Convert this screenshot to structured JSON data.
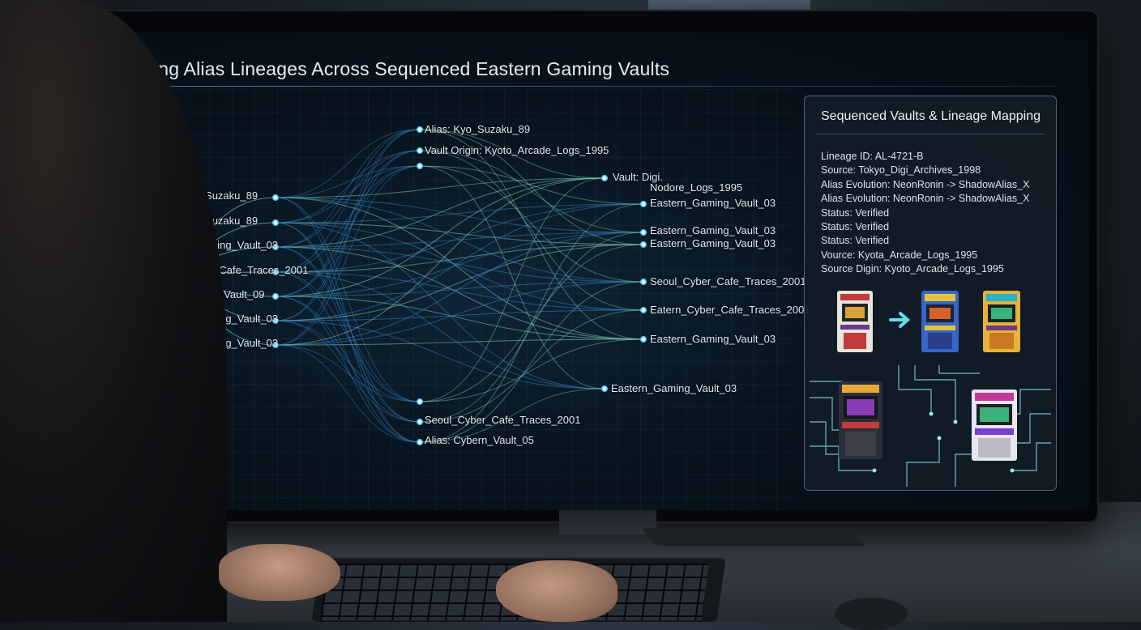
{
  "screen": {
    "title": "Tracing Alias Lineages Across Sequenced Eastern Gaming Vaults"
  },
  "graph": {
    "left_nodes": [
      "Alias: Kyo_Suzaku_89",
      "Alias: Kyo_Suzaku_89",
      "Eastern_Gaming_Vault_03",
      "Seoul_Cyber_Cafe_Traces_2001",
      "Alias: Gaming_Vault_09",
      "Eastern_Gaming_Vault_03",
      "Eastern_Gaming_Vault_03"
    ],
    "middle_nodes": [
      "Alias: Kyo_Suzaku_89",
      "Vault Origin: Kyoto_Arcade_Logs_1995",
      "Seoul_Cyber_Cafe_Traces_2001",
      "Alias: Cybern_Vault_05"
    ],
    "right_nodes": [
      "Vault: Digi.",
      "Nodore_Logs_1995",
      "Eastern_Gaming_Vault_03",
      "Eastern_Gaming_Vault_03",
      "Eastern_Gaming_Vault_03",
      "Seoul_Cyber_Cafe_Traces_2001",
      "Eatern_Cyber_Cafe_Traces_2001",
      "Eastern_Gaming_Vault_03",
      "Eastern_Gaming_Vault_03"
    ],
    "colors": {
      "accent": "#5fd0ff",
      "flow_blue": "#3a8fd8",
      "flow_green": "#8fe8c8"
    }
  },
  "panel": {
    "title": "Sequenced Vaults & Lineage Mapping",
    "lines": [
      "Lineage ID: AL-4721-B",
      "Source: Tokyo_Digi_Archives_1998",
      "Alias Evolution: NeonRonin -> ShadowAlias_X",
      "Alias Evolution: NeonRonin -> ShadowAlias_X",
      "Status: Verified",
      "Status: Verified",
      "Status: Verified",
      "Vource: Kyota_Arcade_Logs_1995",
      "Source Digin: Kyoto_Arcade_Logs_1995"
    ],
    "icons": [
      "arcade-cabinet-icon",
      "arrow-right-icon",
      "circuit-board-icon"
    ]
  }
}
